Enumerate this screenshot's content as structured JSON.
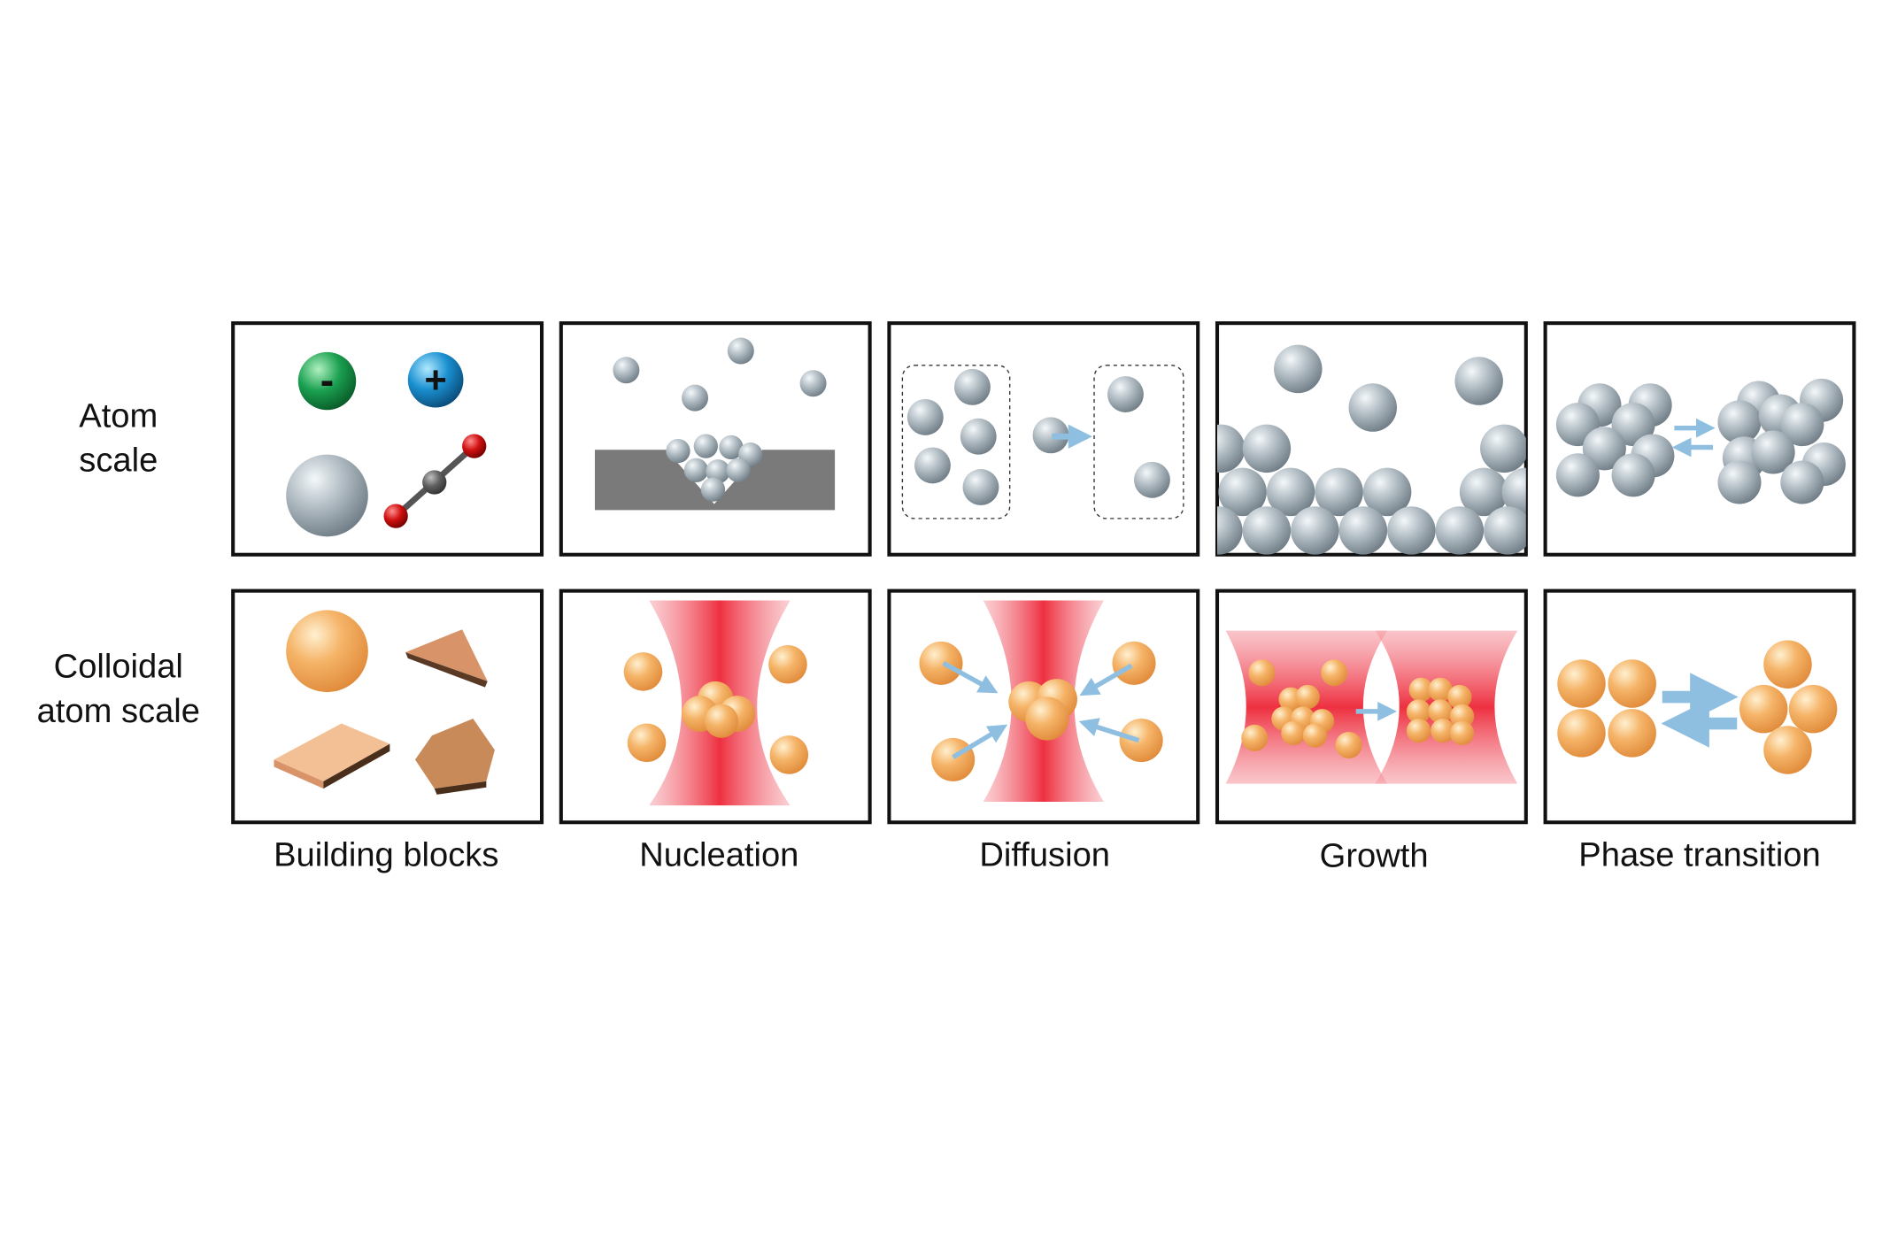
{
  "row_labels": {
    "atom": [
      "Atom",
      "scale"
    ],
    "colloidal": [
      "Colloidal",
      "atom scale"
    ]
  },
  "columns": [
    "Building blocks",
    "Nucleation",
    "Diffusion",
    "Growth",
    "Phase transition"
  ],
  "ion_signs": {
    "negative": "-",
    "positive": "+"
  },
  "colors": {
    "atom": "#a9b4bb",
    "colloid": "#f0a050",
    "laser": "#f0606a",
    "arrow": "#8fbfe0",
    "anion": "#1aa050",
    "cation": "#1a90d0"
  }
}
